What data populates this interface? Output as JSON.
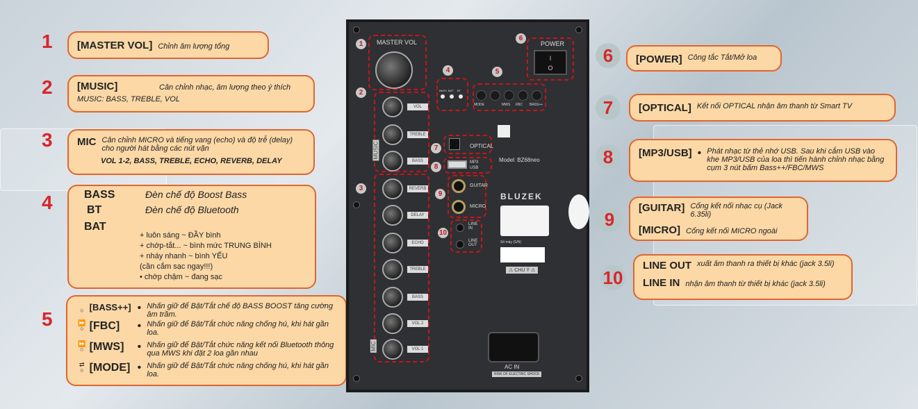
{
  "left": [
    {
      "n": "1",
      "title": "[MASTER VOL]",
      "desc": "Chỉnh âm lượng tổng"
    },
    {
      "n": "2",
      "title": "[MUSIC]",
      "desc": "Cân chỉnh nhạc, âm lượng theo ý thích",
      "sub": "MUSIC: BASS, TREBLE, VOL"
    },
    {
      "n": "3",
      "title": "MIC",
      "desc": "Cân chỉnh MICRO và tiếng vang (echo) và độ trễ (delay) cho người hát bằng các nút vặn",
      "sub": "VOL 1-2, BASS, TREBLE, ECHO, REVERB, DELAY"
    },
    {
      "n": "4",
      "bass": "BASS",
      "bass_desc": "Đèn chế độ Boost Bass",
      "bt": "BT",
      "bt_desc": "Đèn chế độ Bluetooth",
      "bat": "BAT",
      "bat_lines": [
        "+ luôn sáng ~ ĐẦY bình",
        "+ chớp-tắt... ~ bình mức TRUNG BÌNH",
        "+ nháy nhanh ~ bình YẾU",
        "(cần cắm sạc ngay!!!)",
        "• chớp chậm ~ đang sạc"
      ]
    },
    {
      "n": "5",
      "items": [
        {
          "title": "[BASS++]",
          "desc": "Nhấn giữ để Bật/Tắt chế độ BASS BOOST tăng cường âm trầm."
        },
        {
          "title": "[FBC]",
          "desc": "Nhấn giữ để Bật/Tắt chức năng chống hú, khi hát gần loa."
        },
        {
          "title": "[MWS]",
          "desc": "Nhấn giữ để Bật/Tắt chức năng kết nối Bluetooth thông qua MWS khi đặt 2 loa gần nhau"
        },
        {
          "title": "[MODE]",
          "desc": "Nhấn giữ để Bật/Tắt chức năng chống hú, khi hát gần loa."
        }
      ]
    }
  ],
  "right": [
    {
      "n": "6",
      "title": "[POWER]",
      "desc": "Công tắc Tắt/Mở loa"
    },
    {
      "n": "7",
      "title": "[OPTICAL]",
      "desc": "Kết nối OPTICAL nhận âm thanh từ Smart TV"
    },
    {
      "n": "8",
      "title": "[MP3/USB]",
      "desc": "Phát nhạc từ thẻ nhớ USB. Sau khi cắm USB vào khe MP3/USB của loa thì tiến hành chỉnh nhạc bằng cụm 3 nút bấm Bass++/FBC/MWS"
    },
    {
      "n": "9",
      "title": "[GUITAR]",
      "desc": "Cổng kết nối nhạc cụ (Jack 6.35li)",
      "title2": "[MICRO]",
      "desc2": "Cổng kết nối MICRO ngoài"
    },
    {
      "n": "10",
      "title": "LINE OUT",
      "desc": "xuất âm thanh ra thiết bị khác (jack 3.5li)",
      "title2": "LINE IN",
      "desc2": "nhận âm thanh từ thiết bị khác (jack 3.5li)"
    }
  ],
  "panel": {
    "master": "MASTER VOL",
    "power": "POWER",
    "switch_on": "I",
    "switch_off": "O",
    "leds": [
      "BASS",
      "BAT",
      "BT"
    ],
    "buttons": [
      "MODE",
      "",
      "MWS",
      "FBC",
      "BASS++"
    ],
    "music_label": "MUSIC",
    "mic_label": "MIC",
    "music_knobs": [
      "VOL",
      "TREBLE",
      "BASS"
    ],
    "mic_knobs": [
      "REVERB",
      "DELAY",
      "ECHO",
      "TREBLE",
      "BASS",
      "VOL 2",
      "VOL 1"
    ],
    "optical": "OPTICAL",
    "usb": "MP3 USB",
    "guitar": "GUITAR",
    "micro": "MICRO",
    "line_in": "LINE IN",
    "line_out": "LINE OUT",
    "model": "Model: BZ68neo",
    "brand": "BLUZEK",
    "serial": "Số máy (S/N)",
    "caution": "⚠ CHÚ Ý ⚠",
    "ac_in": "AC IN",
    "shock": "RISK OF ELECTRIC SHOCK"
  }
}
